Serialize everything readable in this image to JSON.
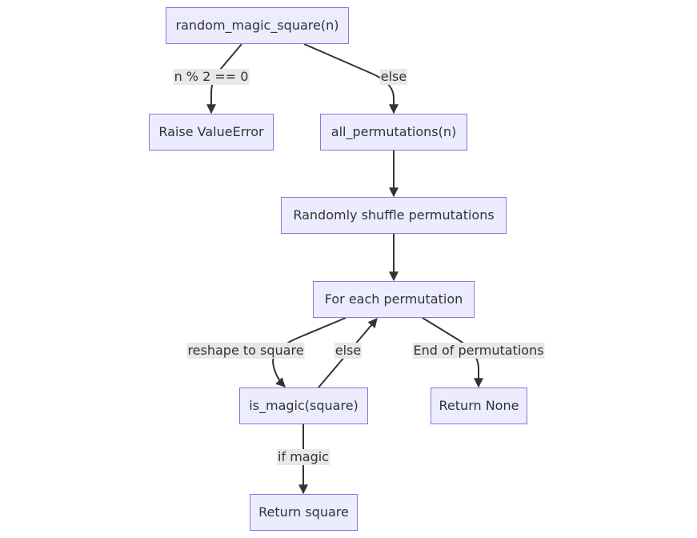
{
  "nodes": {
    "start": "random_magic_square(n)",
    "raise": "Raise ValueError",
    "all_perm": "all_permutations(n)",
    "shuffle": "Randomly shuffle permutations",
    "foreach": "For each permutation",
    "is_magic": "is_magic(square)",
    "return_none": "Return None",
    "return_square": "Return square"
  },
  "edges": {
    "start_to_raise": "n % 2 == 0",
    "start_to_all_perm": "else",
    "foreach_to_is_magic": "reshape to square",
    "is_magic_to_foreach": "else",
    "foreach_to_return_none": "End of permutations",
    "is_magic_to_return_square": "if magic"
  }
}
